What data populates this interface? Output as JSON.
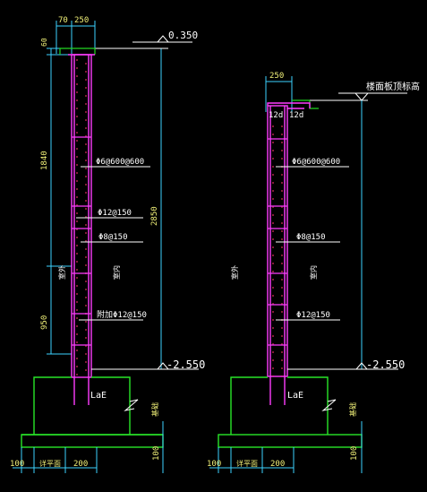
{
  "colors": {
    "background": "#000000",
    "dim_white": "#ffffff",
    "dim_cyan": "#3cd2ff",
    "dim_text_yellow": "#f0f078",
    "wall_magenta": "#ff3cff",
    "rebar_red": "#ff3c6e",
    "footing_green": "#28e628",
    "slab_green": "#22d822",
    "label_white": "#ffffff"
  },
  "left_detail": {
    "top_dims": [
      "70",
      "250"
    ],
    "left_top_dim": "60",
    "left_dims": [
      "1840",
      "950"
    ],
    "right_dim": "2850",
    "top_elevation": "0.350",
    "bottom_elevation": "-2.550",
    "rebar_labels": [
      "Φ6@600@600",
      "Φ12@150",
      "Φ8@150",
      "附加Φ12@150"
    ],
    "outside_label": "室外",
    "inside_label": "室内",
    "anchorage_label": "LaE",
    "break_label": "基础",
    "bottom_dims": [
      "100",
      "详平面",
      "200"
    ],
    "bottom_right_dim": "100"
  },
  "right_detail": {
    "top_dim": "250",
    "top_elevation_label": "楼面板顶标高",
    "lap_labels": [
      "12d",
      "12d"
    ],
    "bottom_elevation": "-2.550",
    "rebar_labels": [
      "Φ6@600@600",
      "Φ8@150",
      "Φ12@150"
    ],
    "outside_label": "室外",
    "inside_label": "室内",
    "anchorage_label": "LaE",
    "break_label": "基础",
    "bottom_dims": [
      "100",
      "详平面",
      "200"
    ],
    "bottom_right_dim": "100"
  }
}
